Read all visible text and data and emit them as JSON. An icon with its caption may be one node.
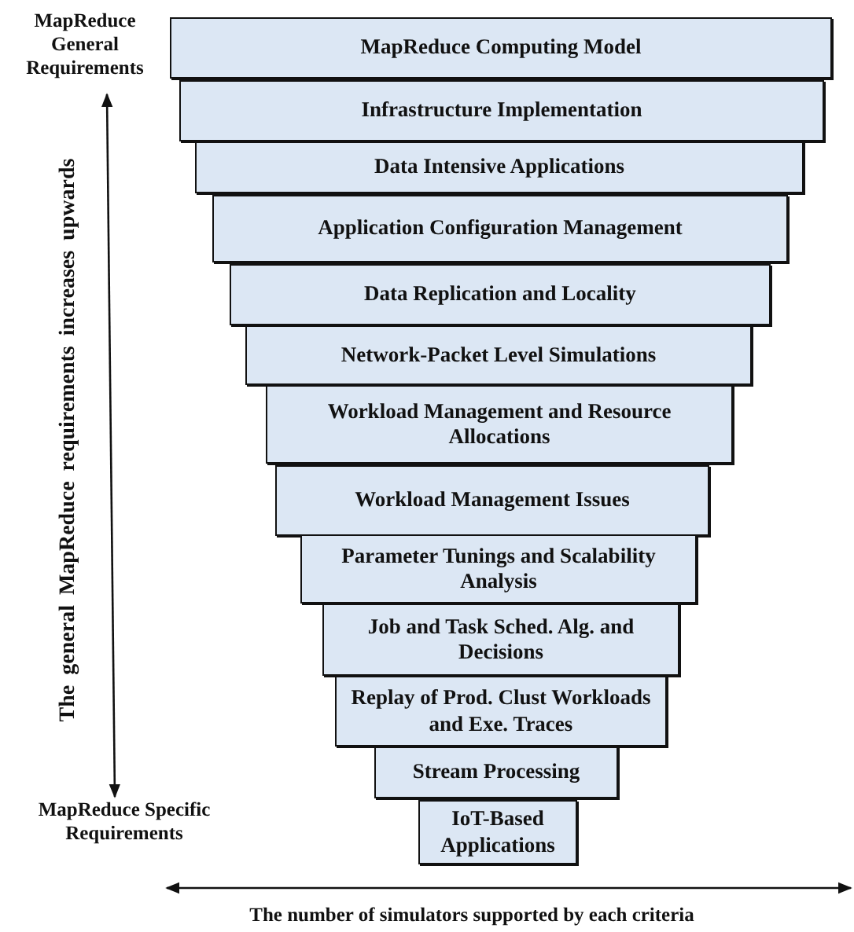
{
  "diagram": {
    "nodes": [
      {
        "text": [
          "MapReduce Computing Model"
        ]
      },
      {
        "text": [
          "Infrastructure Implementation"
        ]
      },
      {
        "text": [
          "Data Intensive Applications"
        ]
      },
      {
        "text": [
          "Application Configuration Management"
        ]
      },
      {
        "text": [
          "Data Replication and Locality"
        ]
      },
      {
        "text": [
          "Network-Packet Level Simulations"
        ]
      },
      {
        "text": [
          "Workload Management and Resource Allocations"
        ]
      },
      {
        "text": [
          "Workload Management Issues"
        ]
      },
      {
        "text": [
          "Parameter Tunings and Scalability Analysis"
        ]
      },
      {
        "text": [
          "Job and Task Sched. Alg. and Decisions"
        ]
      },
      {
        "text": [
          "Replay of Prod. Clust Workloads and Exe. Traces"
        ]
      },
      {
        "text": [
          "Stream Processing"
        ]
      },
      {
        "text": [
          "IoT-Based Applications"
        ]
      }
    ],
    "edges": [],
    "labels": [
      "MapReduce General Requirements",
      "The general MapReduce requirements increases upwards",
      "MapReduce Specific Requirements",
      "The number of simulators supported by each criteria"
    ]
  }
}
